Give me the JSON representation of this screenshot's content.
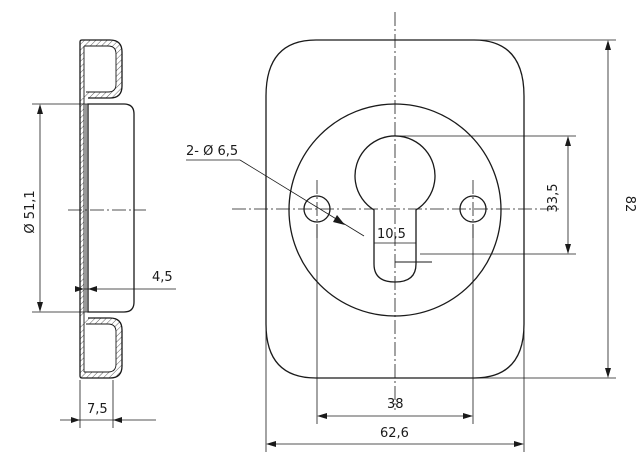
{
  "dimensions": {
    "diameter_51_1": "Ø 51,1",
    "thickness_4_5": "4,5",
    "depth_7_5": "7,5",
    "holes": "2- Ø 6,5",
    "slot_width": "10,5",
    "height_33_5": "33,5",
    "height_82": "82",
    "width_38": "38",
    "width_62_6": "62,6"
  }
}
